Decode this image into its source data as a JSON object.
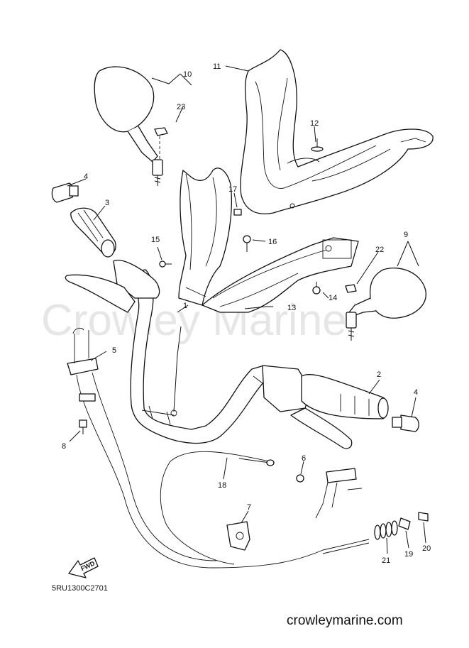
{
  "watermark": "Crowley Marine",
  "diagram_code": "5RU1300C2701",
  "website": "crowleymarine.com",
  "fwd_label": "FWD",
  "callouts": {
    "c1": "1",
    "c2": "2",
    "c3": "3",
    "c4a": "4",
    "c4b": "4",
    "c5": "5",
    "c6": "6",
    "c7": "7",
    "c8": "8",
    "c9": "9",
    "c10": "10",
    "c11": "11",
    "c12": "12",
    "c13": "13",
    "c14": "14",
    "c15": "15",
    "c16": "16",
    "c17": "17",
    "c18": "18",
    "c19": "19",
    "c20": "20",
    "c21": "21",
    "c22": "22",
    "c23": "23"
  }
}
